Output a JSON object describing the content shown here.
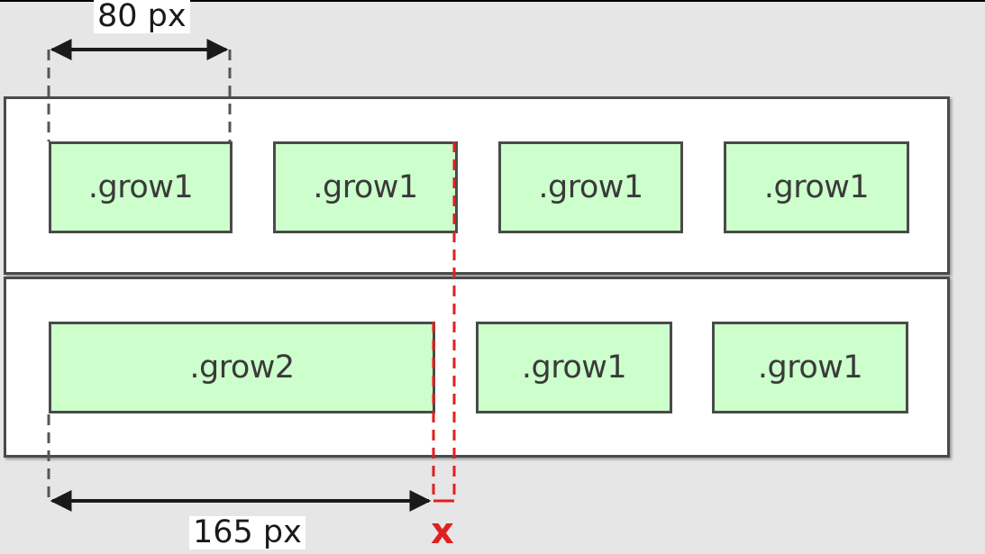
{
  "diagram": {
    "top_dimension_label": "80 px",
    "bottom_dimension_label": "165 px",
    "difference_marker": "x",
    "rows": [
      {
        "items": [
          ".grow1",
          ".grow1",
          ".grow1",
          ".grow1"
        ]
      },
      {
        "items": [
          ".grow2",
          ".grow1",
          ".grow1"
        ]
      }
    ],
    "colors": {
      "item_fill": "#ccffcc",
      "border": "#4a4a4a",
      "highlight_line": "#e02020",
      "background": "#e6e6e6"
    }
  }
}
